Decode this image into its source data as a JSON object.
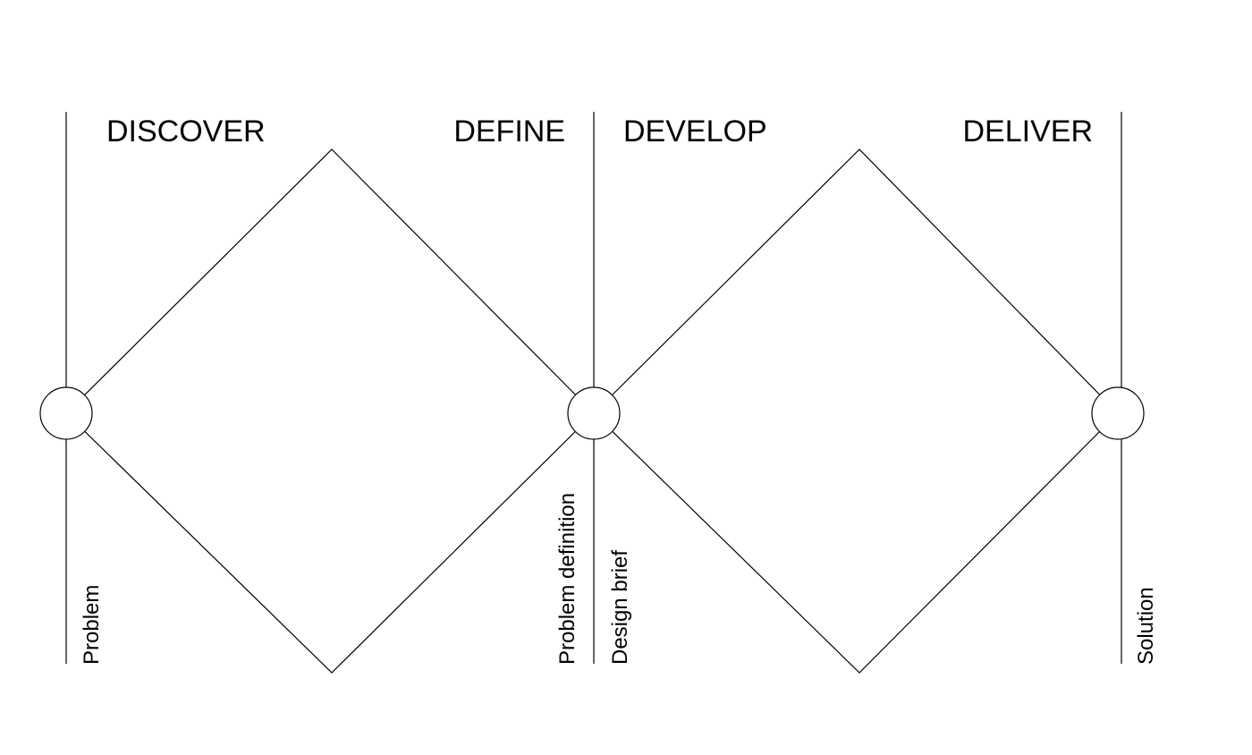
{
  "phases": [
    {
      "title": "DISCOVER"
    },
    {
      "title": "DEFINE"
    },
    {
      "title": "DEVELOP"
    },
    {
      "title": "DELIVER"
    }
  ],
  "milestones": [
    {
      "label": "Problem"
    },
    {
      "label": "Problem definition"
    },
    {
      "label": "Design brief"
    },
    {
      "label": "Solution"
    }
  ],
  "colors": {
    "stroke": "#000000",
    "background": "#ffffff"
  }
}
